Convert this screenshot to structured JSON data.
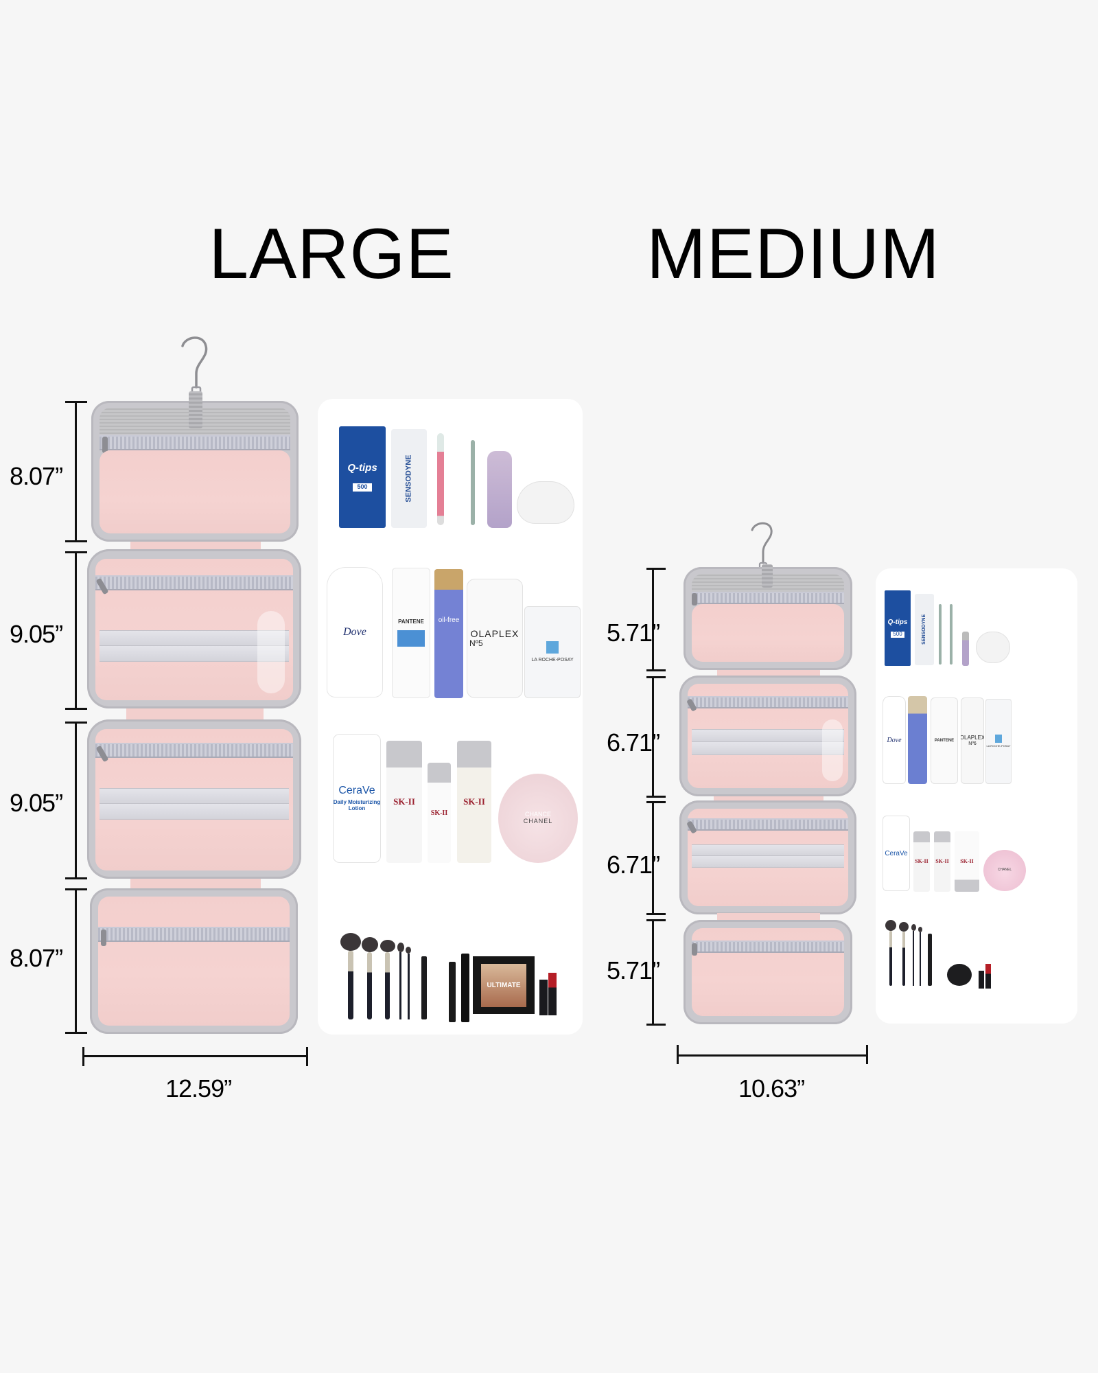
{
  "sizes": {
    "large": {
      "title": "LARGE",
      "section_heights": [
        "8.07”",
        "9.05”",
        "9.05”",
        "8.07”"
      ],
      "width": "12.59”",
      "product_rows": [
        [
          "Q-tips 500",
          "Sensodyne Repair",
          "Electric toothbrush",
          "Toothbrush",
          "Shaver",
          "Cleansing pad"
        ],
        [
          "Dove deep moisture",
          "Pantene Clean",
          "Neutrogena oil-free eye makeup remover",
          "Olaplex No.5",
          "La Roche-Posay Toleriane"
        ],
        [
          "CeraVe Daily Moisturizing Lotion",
          "SK-II",
          "SK-II",
          "SK-II Pitera",
          "Chanel Chance"
        ],
        [
          "Makeup brushes",
          "Eyeliner",
          "Mascara",
          "NYX Ultimate palette",
          "Lipstick"
        ]
      ]
    },
    "medium": {
      "title": "MEDIUM",
      "section_heights": [
        "5.71”",
        "6.71”",
        "6.71”",
        "5.71”"
      ],
      "width": "10.63”",
      "product_rows": [
        [
          "Q-tips 500",
          "Sensodyne",
          "Toothbrush",
          "Toothbrush",
          "Razor",
          "Cleansing pad"
        ],
        [
          "Dove deep moisture",
          "Neutrogena oil-free",
          "Pantene",
          "Olaplex No.6",
          "La Roche-Posay"
        ],
        [
          "CeraVe Daily Moisturizing Lotion",
          "SK-II",
          "SK-II",
          "SK-II",
          "Chanel Chance"
        ],
        [
          "Makeup brushes",
          "Eyeliner",
          "YSL cushion",
          "Lipstick"
        ]
      ]
    }
  },
  "labels": {
    "qtips": "Q-tips",
    "qtips_count": "500",
    "sensodyne": "SENSODYNE",
    "dove": "Dove",
    "pantene": "PANTENE",
    "olaplex": "OLAPLEX",
    "olaplex5": "Nº5",
    "olaplex6": "Nº6",
    "lrp": "LA ROCHE-POSAY",
    "cerave": "CeraVe",
    "cerave_sub": "Daily Moisturizing Lotion",
    "skii": "SK-II",
    "chanel": "CHANEL",
    "chance": "CHANCE",
    "nyx": "ULTIMATE",
    "oilfree": "oil-free"
  },
  "colors": {
    "background": "#f6f6f6",
    "bag_lining": "#f3cfcd",
    "bag_trim": "#c9c8cd",
    "card": "#ffffff",
    "text": "#000000"
  }
}
